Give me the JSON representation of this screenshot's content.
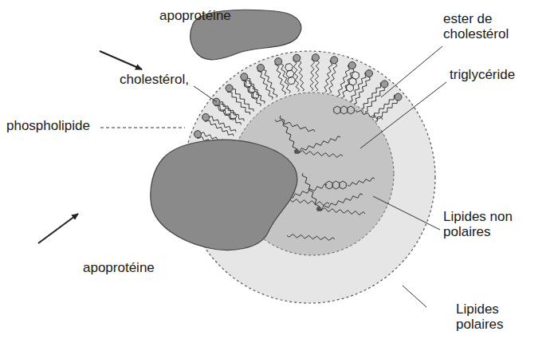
{
  "diagram": {
    "labels": [
      "apoprotéine",
      "cholestérol,",
      "phospholipide",
      "ester de cholestérol",
      "triglycéride",
      "Lipides non polaires",
      "apoprotéine",
      "Lipides polaires"
    ]
  }
}
